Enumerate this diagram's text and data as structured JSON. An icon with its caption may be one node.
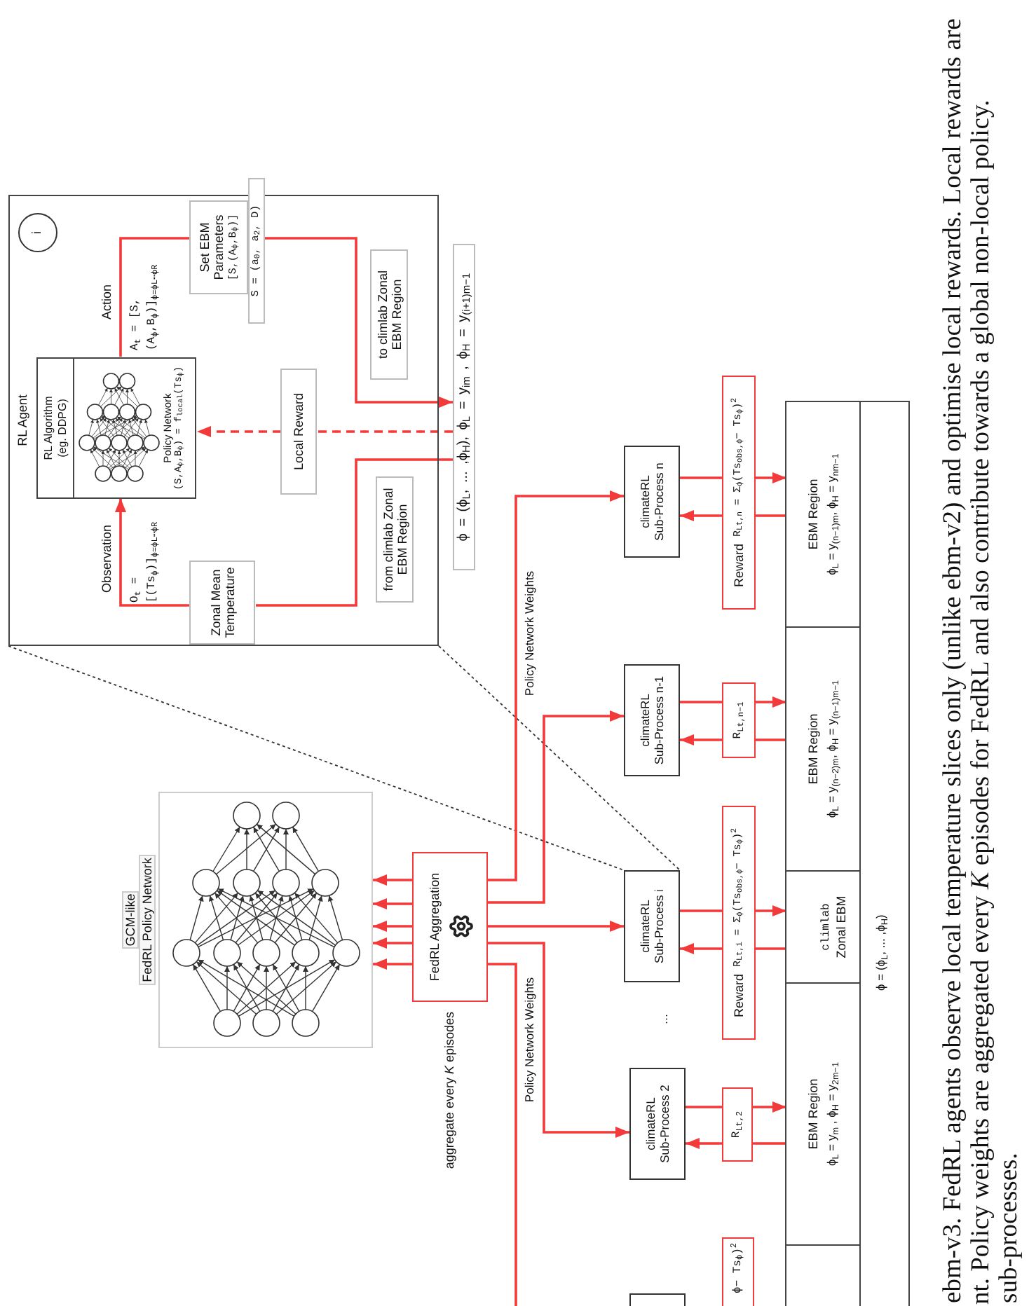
{
  "diagram": {
    "nodes": [
      {
        "text": [
          "RL Agent"
        ]
      },
      {
        "text": [
          "i"
        ],
        "in": 0
      },
      {
        "text": [
          "RL Algorithm (eg. DDPG)",
          "Policy Network",
          "(S,A$_{ϕ}$,B$_{ϕ}$) = f$_{local}$(Ts$_{ϕ}$)"
        ],
        "in": 0
      },
      {
        "text": [
          "Set EBM Parameters",
          "[S,(A$_{ϕ}$,B$_{ϕ}$)]"
        ],
        "in": 0
      },
      {
        "text": [
          "S = (a$_{0}$, a$_{2}$, D)"
        ]
      },
      {
        "text": [
          "Zonal Mean Temperature"
        ],
        "in": 0
      },
      {
        "text": [
          "to climlab Zonal EBM Region"
        ],
        "in": 0
      },
      {
        "text": [
          "from climlab Zonal EBM Region"
        ],
        "in": 0
      },
      {
        "text": [
          "ϕ = (ϕ$_{L}$, ... ,ϕ$_{H}$), ϕ$_{L}$ = y$_{im}$ , ϕ$_{H}$ = y$_{(i+1)m−1}$"
        ]
      },
      {
        "text": [
          "GCM-like",
          "FedRL Policy Network"
        ]
      },
      {
        "text": [
          "FedRL Aggregation"
        ],
        "beside": [
          "aggregate every *K* episodes"
        ]
      },
      {
        "text": [],
        "shape": "box"
      },
      {
        "text": [
          "climateRL",
          "Sub-Process 2"
        ]
      },
      {
        "text": [
          "climateRL",
          "Sub-Process i"
        ]
      },
      {
        "text": [
          "climateRL",
          "Sub-Process n-1"
        ]
      },
      {
        "text": [
          "climateRL",
          "Sub-Process n"
        ]
      },
      {
        "text": [
          "ϕ− Ts$_{ϕ}$)$^{2}$"
        ]
      },
      {
        "text": [
          "R$_{Lt,2}$"
        ]
      },
      {
        "text": [
          "Reward",
          "R$_{Lt,i}$ = Σ$_{ϕ}$(Ts$_{obs,ϕ}$− Ts$_{ϕ}$)$^{2}$"
        ]
      },
      {
        "text": [
          "R$_{Lt,n−1}$"
        ]
      },
      {
        "text": [
          "Reward",
          "R$_{Lt,n}$ = Σ$_{ϕ}$(Ts$_{obs,ϕ}$− Ts$_{ϕ}$)$^{2}$"
        ]
      },
      {
        "text": [
          "ϕ = (ϕ$_{L}$, ... ,ϕ$_{H}$)"
        ]
      },
      {
        "text": [],
        "shape": "box",
        "in": 21
      },
      {
        "text": [
          "EBM Region",
          "ϕ$_{L}$ = y$_{m}$ , ϕ$_{H}$ = y$_{2m−1}$"
        ],
        "in": 21
      },
      {
        "text": [
          "climlab",
          "Zonal EBM"
        ],
        "in": 21
      },
      {
        "text": [
          "EBM Region",
          "ϕ$_{L}$ = y$_{(n−2)m}$, ϕ$_{H}$ = y$_{(n−1)m−1}$"
        ],
        "in": 21
      },
      {
        "text": [
          "EBM Region",
          "ϕ$_{L}$ = y$_{(n−1)m}$, ϕ$_{H}$ = y$_{nm−1}$"
        ],
        "in": 21
      },
      {
        "text": [
          "Local Reward"
        ],
        "in": 0
      }
    ],
    "edges": [
      {
        "from": 5,
        "to": 2,
        "arrow": "to",
        "label": "Observation"
      },
      {
        "from": 8,
        "to": 5,
        "arrow": "none"
      },
      {
        "from": 2,
        "to": 3,
        "arrow": "none",
        "label": "Action"
      },
      {
        "from": 4,
        "to": 8,
        "arrow": "to"
      },
      {
        "from": 8,
        "to": 27,
        "arrow": "none",
        "style": "dashed"
      },
      {
        "from": 27,
        "to": 2,
        "arrow": "to",
        "style": "dashed"
      },
      {
        "from": 0,
        "to": 13,
        "arrow": "none",
        "style": "dashed",
        "color": "#333333"
      },
      {
        "from": 0,
        "to": 13,
        "arrow": "none",
        "style": "dashed",
        "color": "#333333"
      },
      {
        "from": 10,
        "to": 9,
        "arrow": "to"
      },
      {
        "from": 10,
        "to": 9,
        "arrow": "to"
      },
      {
        "from": 10,
        "to": 9,
        "arrow": "to"
      },
      {
        "from": 10,
        "to": 9,
        "arrow": "to"
      },
      {
        "from": 10,
        "to": 9,
        "arrow": "to"
      },
      {
        "from": 10,
        "to": 15,
        "arrow": "to"
      },
      {
        "from": 10,
        "to": 14,
        "arrow": "to",
        "label": "Policy Network Weights"
      },
      {
        "from": 10,
        "to": 13,
        "arrow": "to"
      },
      {
        "from": 10,
        "to": 12,
        "arrow": "to",
        "label": "Policy Network Weights"
      },
      {
        "from": 10,
        "to": null,
        "arrow": "none"
      },
      {
        "from": 12,
        "to": 17,
        "arrow": "none"
      },
      {
        "from": 17,
        "to": 23,
        "arrow": "to"
      },
      {
        "from": 23,
        "to": 17,
        "arrow": "none"
      },
      {
        "from": 17,
        "to": 12,
        "arrow": "to"
      },
      {
        "from": 13,
        "to": 18,
        "arrow": "none"
      },
      {
        "from": 18,
        "to": 24,
        "arrow": "to"
      },
      {
        "from": 24,
        "to": 18,
        "arrow": "none"
      },
      {
        "from": 18,
        "to": 13,
        "arrow": "to"
      },
      {
        "from": 14,
        "to": 19,
        "arrow": "none"
      },
      {
        "from": 19,
        "to": 25,
        "arrow": "to"
      },
      {
        "from": 25,
        "to": 19,
        "arrow": "none"
      },
      {
        "from": 19,
        "to": 14,
        "arrow": "to"
      },
      {
        "from": 15,
        "to": 20,
        "arrow": "none"
      },
      {
        "from": 20,
        "to": 26,
        "arrow": "to"
      },
      {
        "from": 26,
        "to": 20,
        "arrow": "none"
      },
      {
        "from": 20,
        "to": 15,
        "arrow": "to"
      }
    ],
    "labels": [
      "O$_{t}$ = [(Ts$_{ϕ}$)]$_{ϕ=ϕL⋯ϕR}$",
      "A$_{t}$ = [S,(A$_{ϕ}$,B$_{ϕ}$)]$_{ϕ=ϕL⋯ϕR}$",
      "...",
      "ebm-v3. FedRL agents observe local temperature slices only (unlike ebm-v2) and optimise local rewards. Local rewards are",
      "nt. Policy weights are aggregated every *K* episodes for FedRL and also contribute towards a global non-local policy.",
      "sub-processes."
    ]
  }
}
